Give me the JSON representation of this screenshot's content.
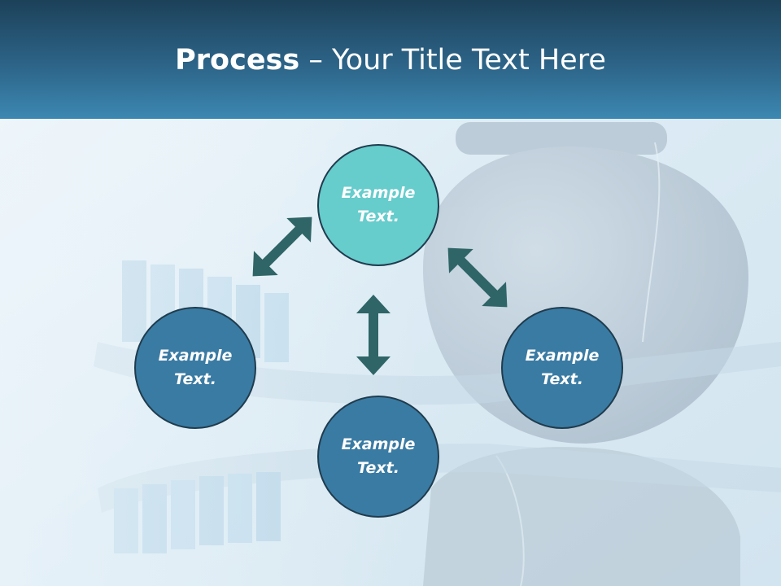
{
  "slide": {
    "title_bold": "Process",
    "title_rest": " – Your Title Text Here"
  },
  "nodes": {
    "top": {
      "line1": "Example",
      "line2": "Text."
    },
    "left": {
      "line1": "Example",
      "line2": "Text."
    },
    "right": {
      "line1": "Example",
      "line2": "Text."
    },
    "bottom": {
      "line1": "Example",
      "line2": "Text."
    }
  },
  "colors": {
    "title_bar_dark": "#1c4159",
    "title_bar_light": "#3c88b2",
    "node_accent": "#66cccc",
    "node_primary": "#3a7ba3",
    "node_border": "#1f3c4e",
    "arrow": "#2f6566"
  },
  "icons": {
    "arrows": "double-headed-arrow",
    "background": "toothbrush-and-dental-floss-photo"
  }
}
